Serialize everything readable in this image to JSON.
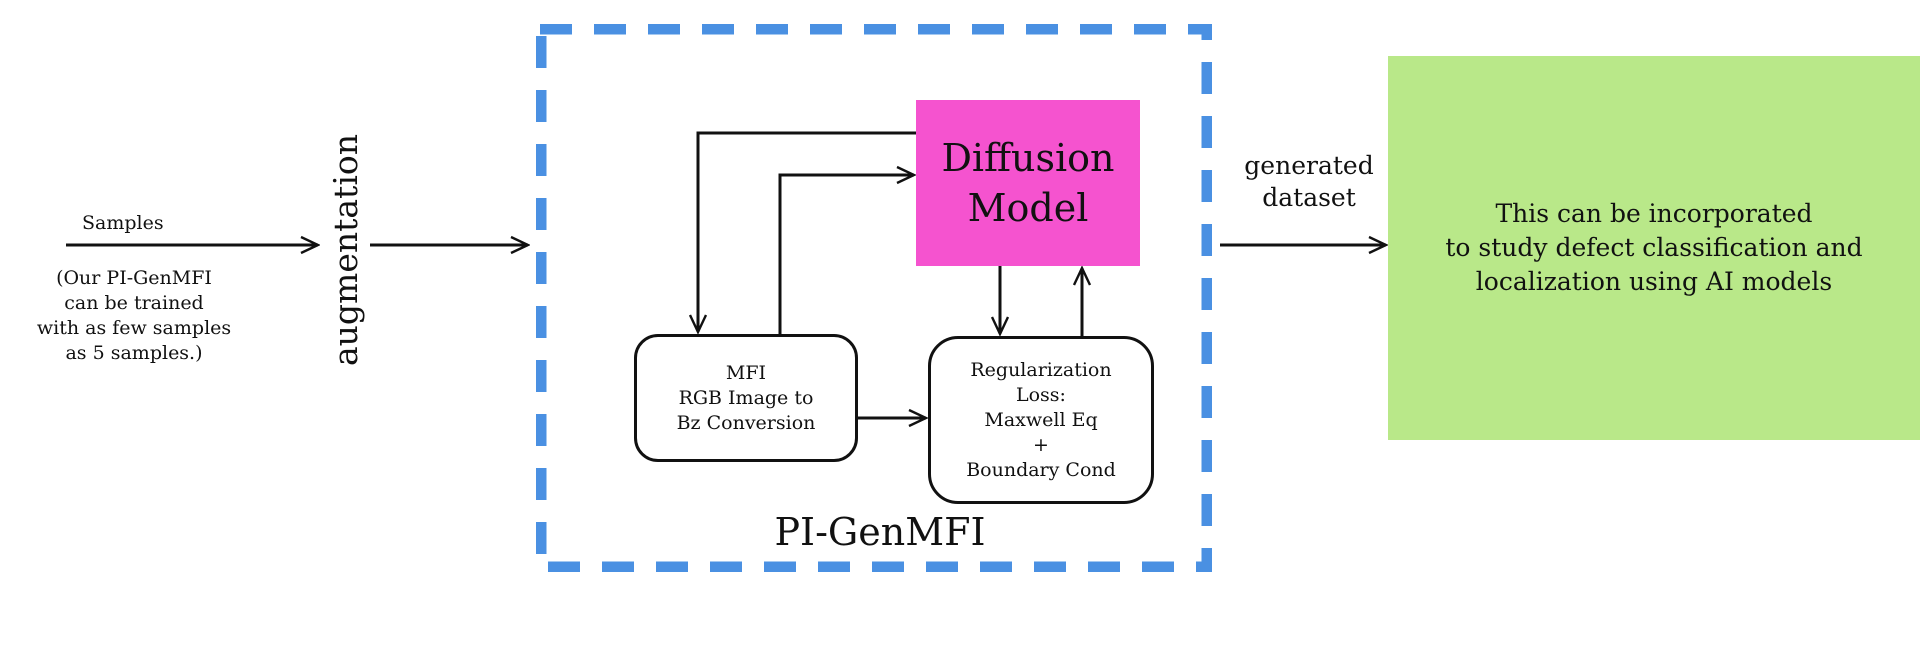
{
  "input": {
    "samples_label": "Samples",
    "note_lines": [
      "(Our PI-GenMFI",
      "can be trained",
      "with as few samples",
      "as 5 samples.)"
    ],
    "augmentation_label": "augmentation"
  },
  "framework": {
    "title": "PI-GenMFI",
    "diffusion_lines": [
      "Diffusion",
      "Model"
    ],
    "mfi_lines": [
      "MFI",
      "RGB Image to",
      "Bz Conversion"
    ],
    "regularization_lines": [
      "Regularization",
      "Loss:",
      "Maxwell Eq",
      "+",
      "Boundary Cond"
    ]
  },
  "output": {
    "generated_lines": [
      "generated",
      "dataset"
    ],
    "description_lines": [
      "This can be incorporated",
      "to study defect classification and",
      "localization using AI models"
    ]
  },
  "colors": {
    "frame": "#4a90e2",
    "diffusion_box": "#f553cf",
    "output_box": "#b9e889",
    "stroke": "#111111"
  }
}
